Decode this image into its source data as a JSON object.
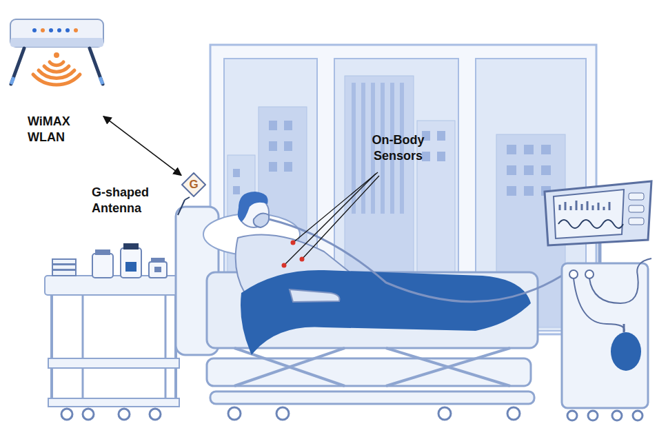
{
  "diagram": {
    "nodes": [
      {
        "text": [
          "WiMAX WLAN"
        ]
      },
      {
        "text": [
          "G",
          "G-shaped Antenna"
        ]
      }
    ],
    "edges": [
      {
        "from": 0,
        "to": 1,
        "arrow": "both"
      }
    ],
    "labels": [
      "On-Body Sensors"
    ]
  }
}
